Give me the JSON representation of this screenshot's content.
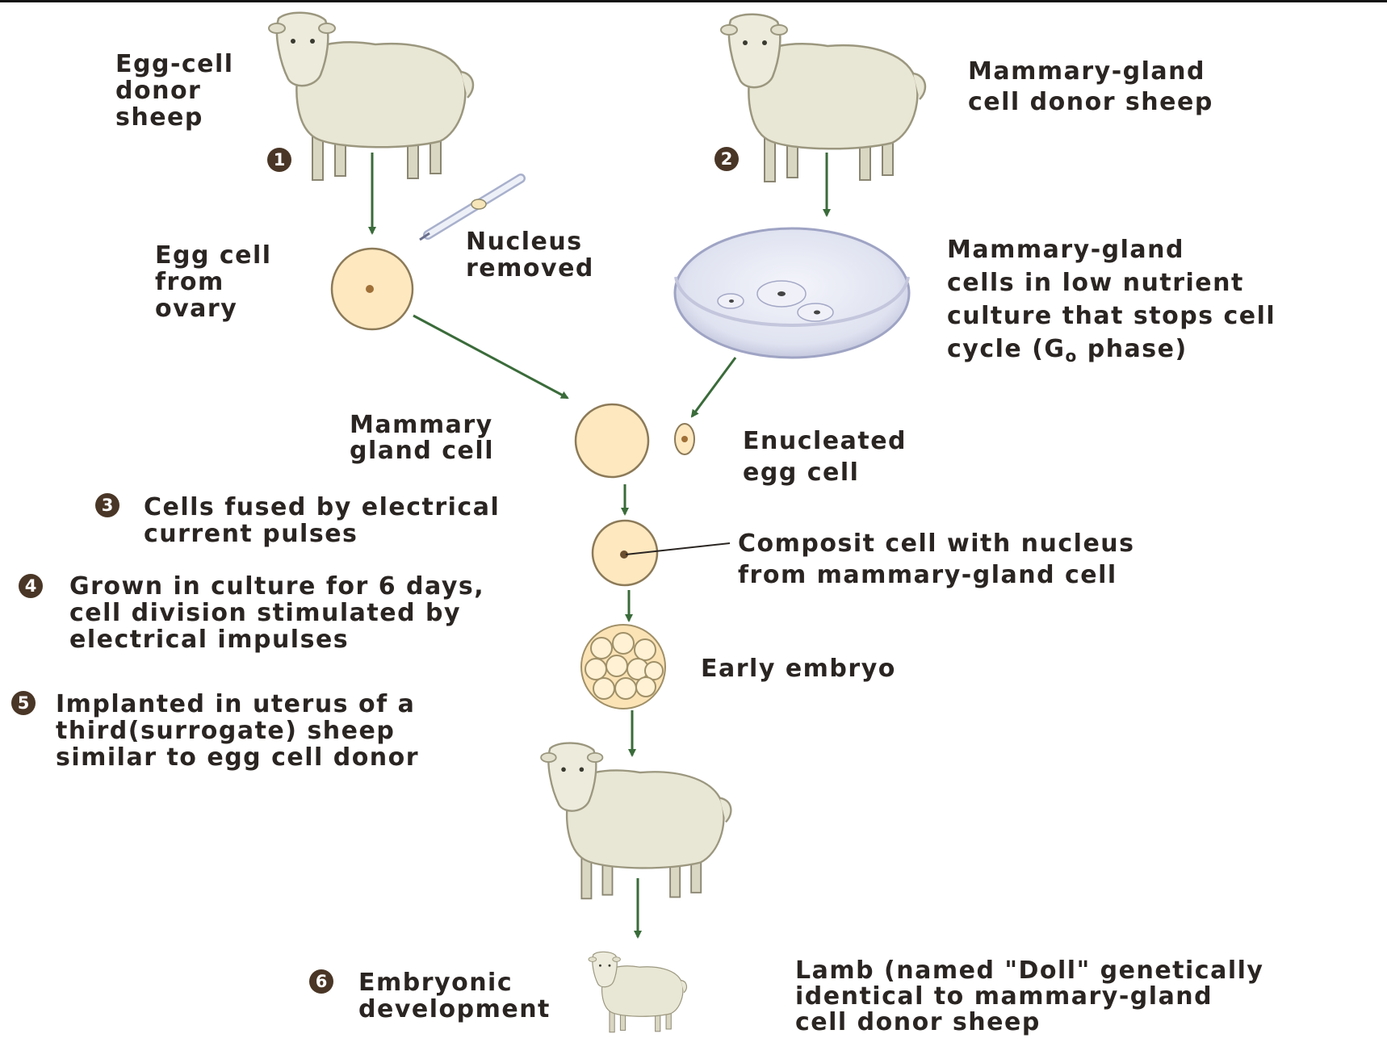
{
  "labels": {
    "egg_donor": [
      "Egg-cell",
      "donor",
      "sheep"
    ],
    "mammary_donor": [
      "Mammary-gland",
      "cell donor sheep"
    ],
    "egg_cell": [
      "Egg cell",
      "from",
      "ovary"
    ],
    "nucleus_removed": [
      "Nucleus",
      "removed"
    ],
    "culture": [
      "Mammary-gland",
      "cells in low nutrient",
      "culture that stops cell"
    ],
    "culture_last": {
      "pre": "cycle (G",
      "sub": "o",
      "post": " phase)"
    },
    "mammary_cell": [
      "Mammary",
      "gland cell"
    ],
    "enucleated": [
      "Enucleated",
      "egg cell"
    ],
    "composite": [
      "Composit cell with nucleus",
      "from mammary-gland cell"
    ],
    "early_embryo": "Early embryo",
    "lamb": [
      "Lamb (named \"Doll\" genetically",
      "identical to mammary-gland",
      "cell donor sheep"
    ]
  },
  "steps": [
    {
      "num": "1"
    },
    {
      "num": "2"
    },
    {
      "num": "3",
      "lines": [
        "Cells fused by electrical",
        "current pulses"
      ]
    },
    {
      "num": "4",
      "lines": [
        "Grown in culture for 6 days,",
        "cell division stimulated by",
        "electrical impulses"
      ]
    },
    {
      "num": "5",
      "lines": [
        "Implanted in uterus of a",
        "third(surrogate) sheep",
        "similar to egg cell donor"
      ]
    },
    {
      "num": "6",
      "lines": [
        "Embryonic",
        "development"
      ]
    }
  ],
  "colors": {
    "arrow": "#3a6b3a",
    "text": "#2a2522",
    "badge": "#4a3626",
    "cell_fill": "#fde8c0",
    "wool": "#e8e6d4"
  }
}
